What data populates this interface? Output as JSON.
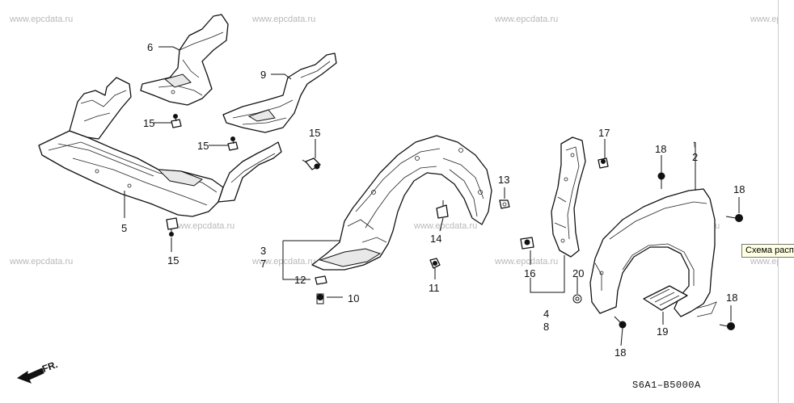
{
  "watermark": "www.epcdata.ru",
  "watermark_cut": "www.epc",
  "diagram_code": "S6A1–B5000A",
  "front_label": "FR.",
  "tooltip_text": "Схема расп",
  "labels": {
    "p1": "1",
    "p2": "2",
    "p3": "3",
    "p4": "4",
    "p5": "5",
    "p6": "6",
    "p7": "7",
    "p8": "8",
    "p9": "9",
    "p10": "10",
    "p11": "11",
    "p12": "12",
    "p13": "13",
    "p14": "14",
    "p15a": "15",
    "p15b": "15",
    "p15c": "15",
    "p15d": "15",
    "p16": "16",
    "p17": "17",
    "p18a": "18",
    "p18b": "18",
    "p18c": "18",
    "p18d": "18",
    "p19": "19",
    "p20": "20"
  }
}
